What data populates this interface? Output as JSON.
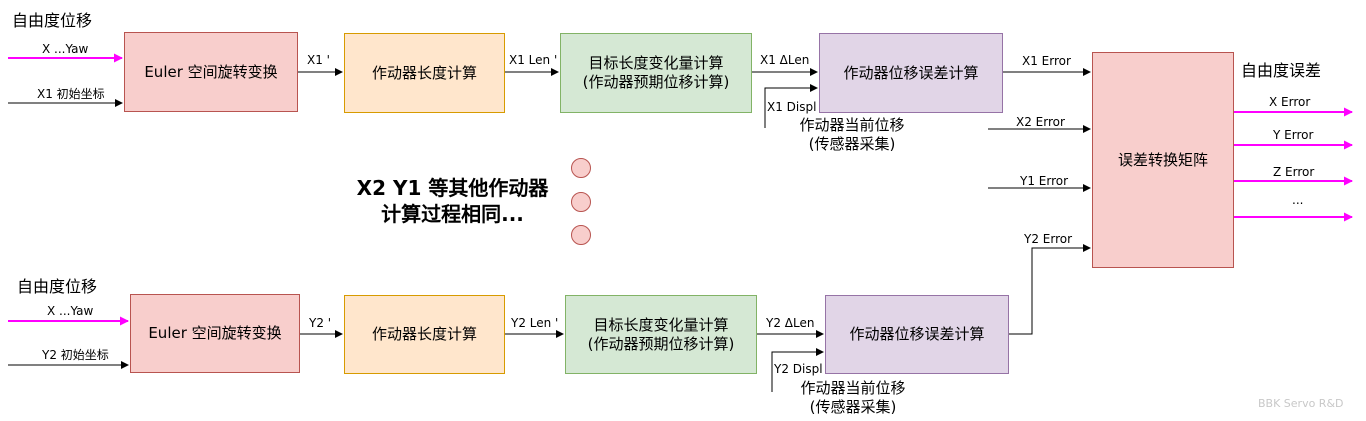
{
  "colors": {
    "magenta_arrow": "#ff00ff",
    "black_arrow": "#000000"
  },
  "top": {
    "dof_title": "自由度位移",
    "input_xyaw": "X ...Yaw",
    "input_init": "X1 初始坐标",
    "euler_box": "Euler 空间旋转变换",
    "conn_1": "X1 '",
    "length_box": "作动器长度计算",
    "conn_2": "X1 Len '",
    "delta_box_line1": "目标长度变化量计算",
    "delta_box_line2": "(作动器预期位移计算)",
    "conn_3": "X1 ΔLen",
    "error_box": "作动器位移误差计算",
    "displ_label": "X1 Displ",
    "current_disp_line1": "作动器当前位移",
    "current_disp_line2": "(传感器采集)"
  },
  "bottom": {
    "dof_title": "自由度位移",
    "input_xyaw": "X ...Yaw",
    "input_init": "Y2 初始坐标",
    "euler_box": "Euler 空间旋转变换",
    "conn_1": "Y2 '",
    "length_box": "作动器长度计算",
    "conn_2": "Y2 Len '",
    "delta_box_line1": "目标长度变化量计算",
    "delta_box_line2": "(作动器预期位移计算)",
    "conn_3": "Y2 ΔLen",
    "error_box": "作动器位移误差计算",
    "displ_label": "Y2 Displ",
    "current_disp_line1": "作动器当前位移",
    "current_disp_line2": "(传感器采集)"
  },
  "middle_note_line1": "X2 Y1 等其他作动器",
  "middle_note_line2": "计算过程相同...",
  "matrix": {
    "box": "误差转换矩阵",
    "title": "自由度误差",
    "inputs": [
      "X1 Error",
      "X2 Error",
      "Y1 Error",
      "Y2 Error"
    ],
    "outputs": [
      "X  Error",
      "Y Error",
      "Z  Error",
      "..."
    ]
  },
  "watermark": "BBK Servo R&D"
}
